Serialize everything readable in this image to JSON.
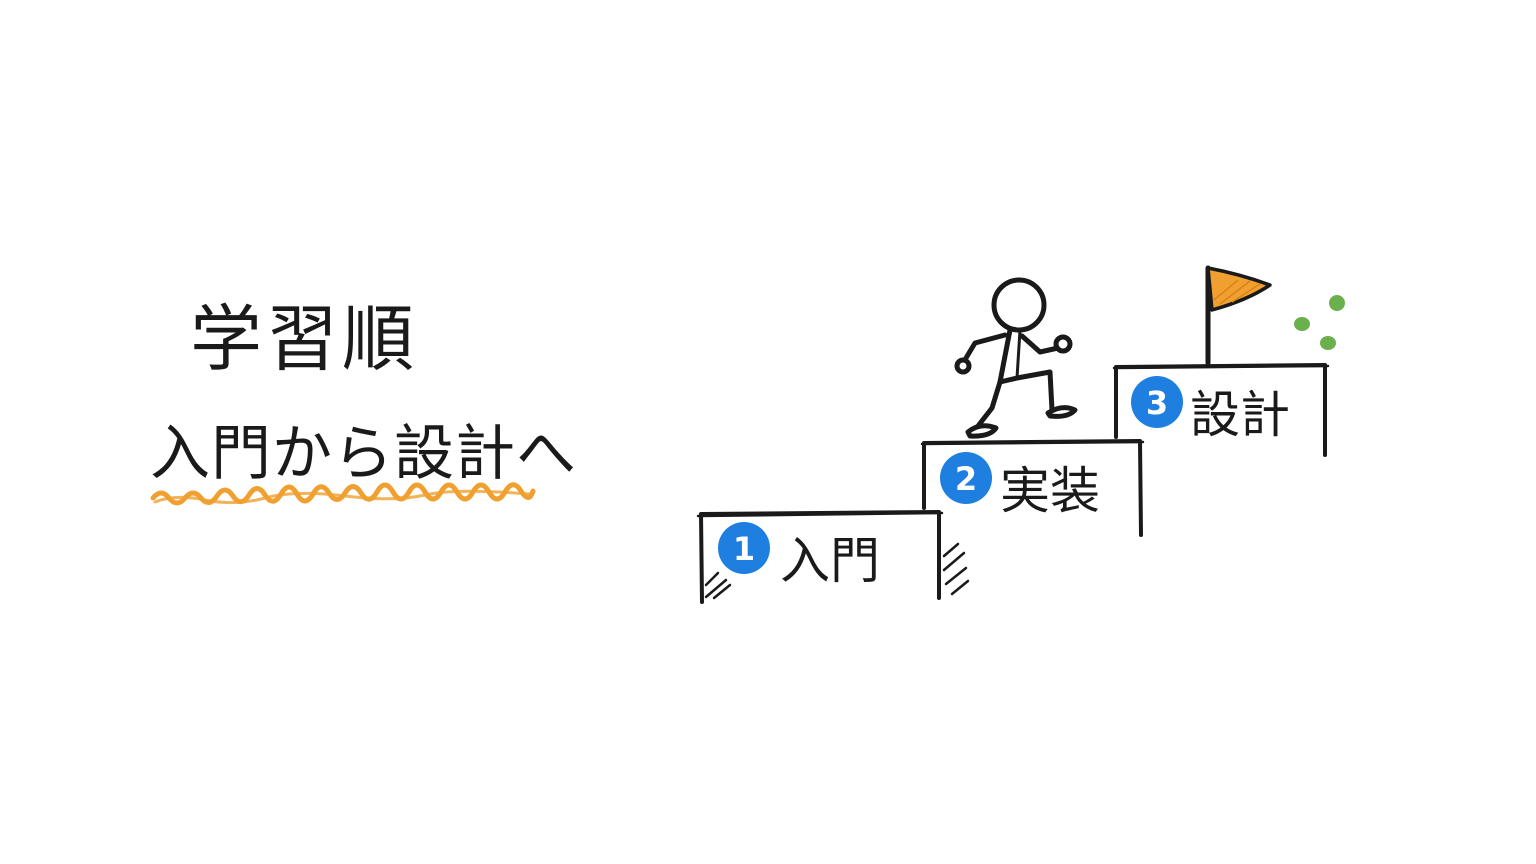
{
  "title": "学習順",
  "subtitle": "入門から設計へ",
  "colors": {
    "ink": "#1a1a1a",
    "accent_orange": "#f0a030",
    "badge_blue": "#1e7fe0",
    "dots_green": "#6ab04c"
  },
  "steps": [
    {
      "number": "1",
      "label": "入門"
    },
    {
      "number": "2",
      "label": "実装"
    },
    {
      "number": "3",
      "label": "設計"
    }
  ],
  "icons": [
    "stick-figure-icon",
    "flag-icon",
    "sparkle-dots-icon"
  ]
}
